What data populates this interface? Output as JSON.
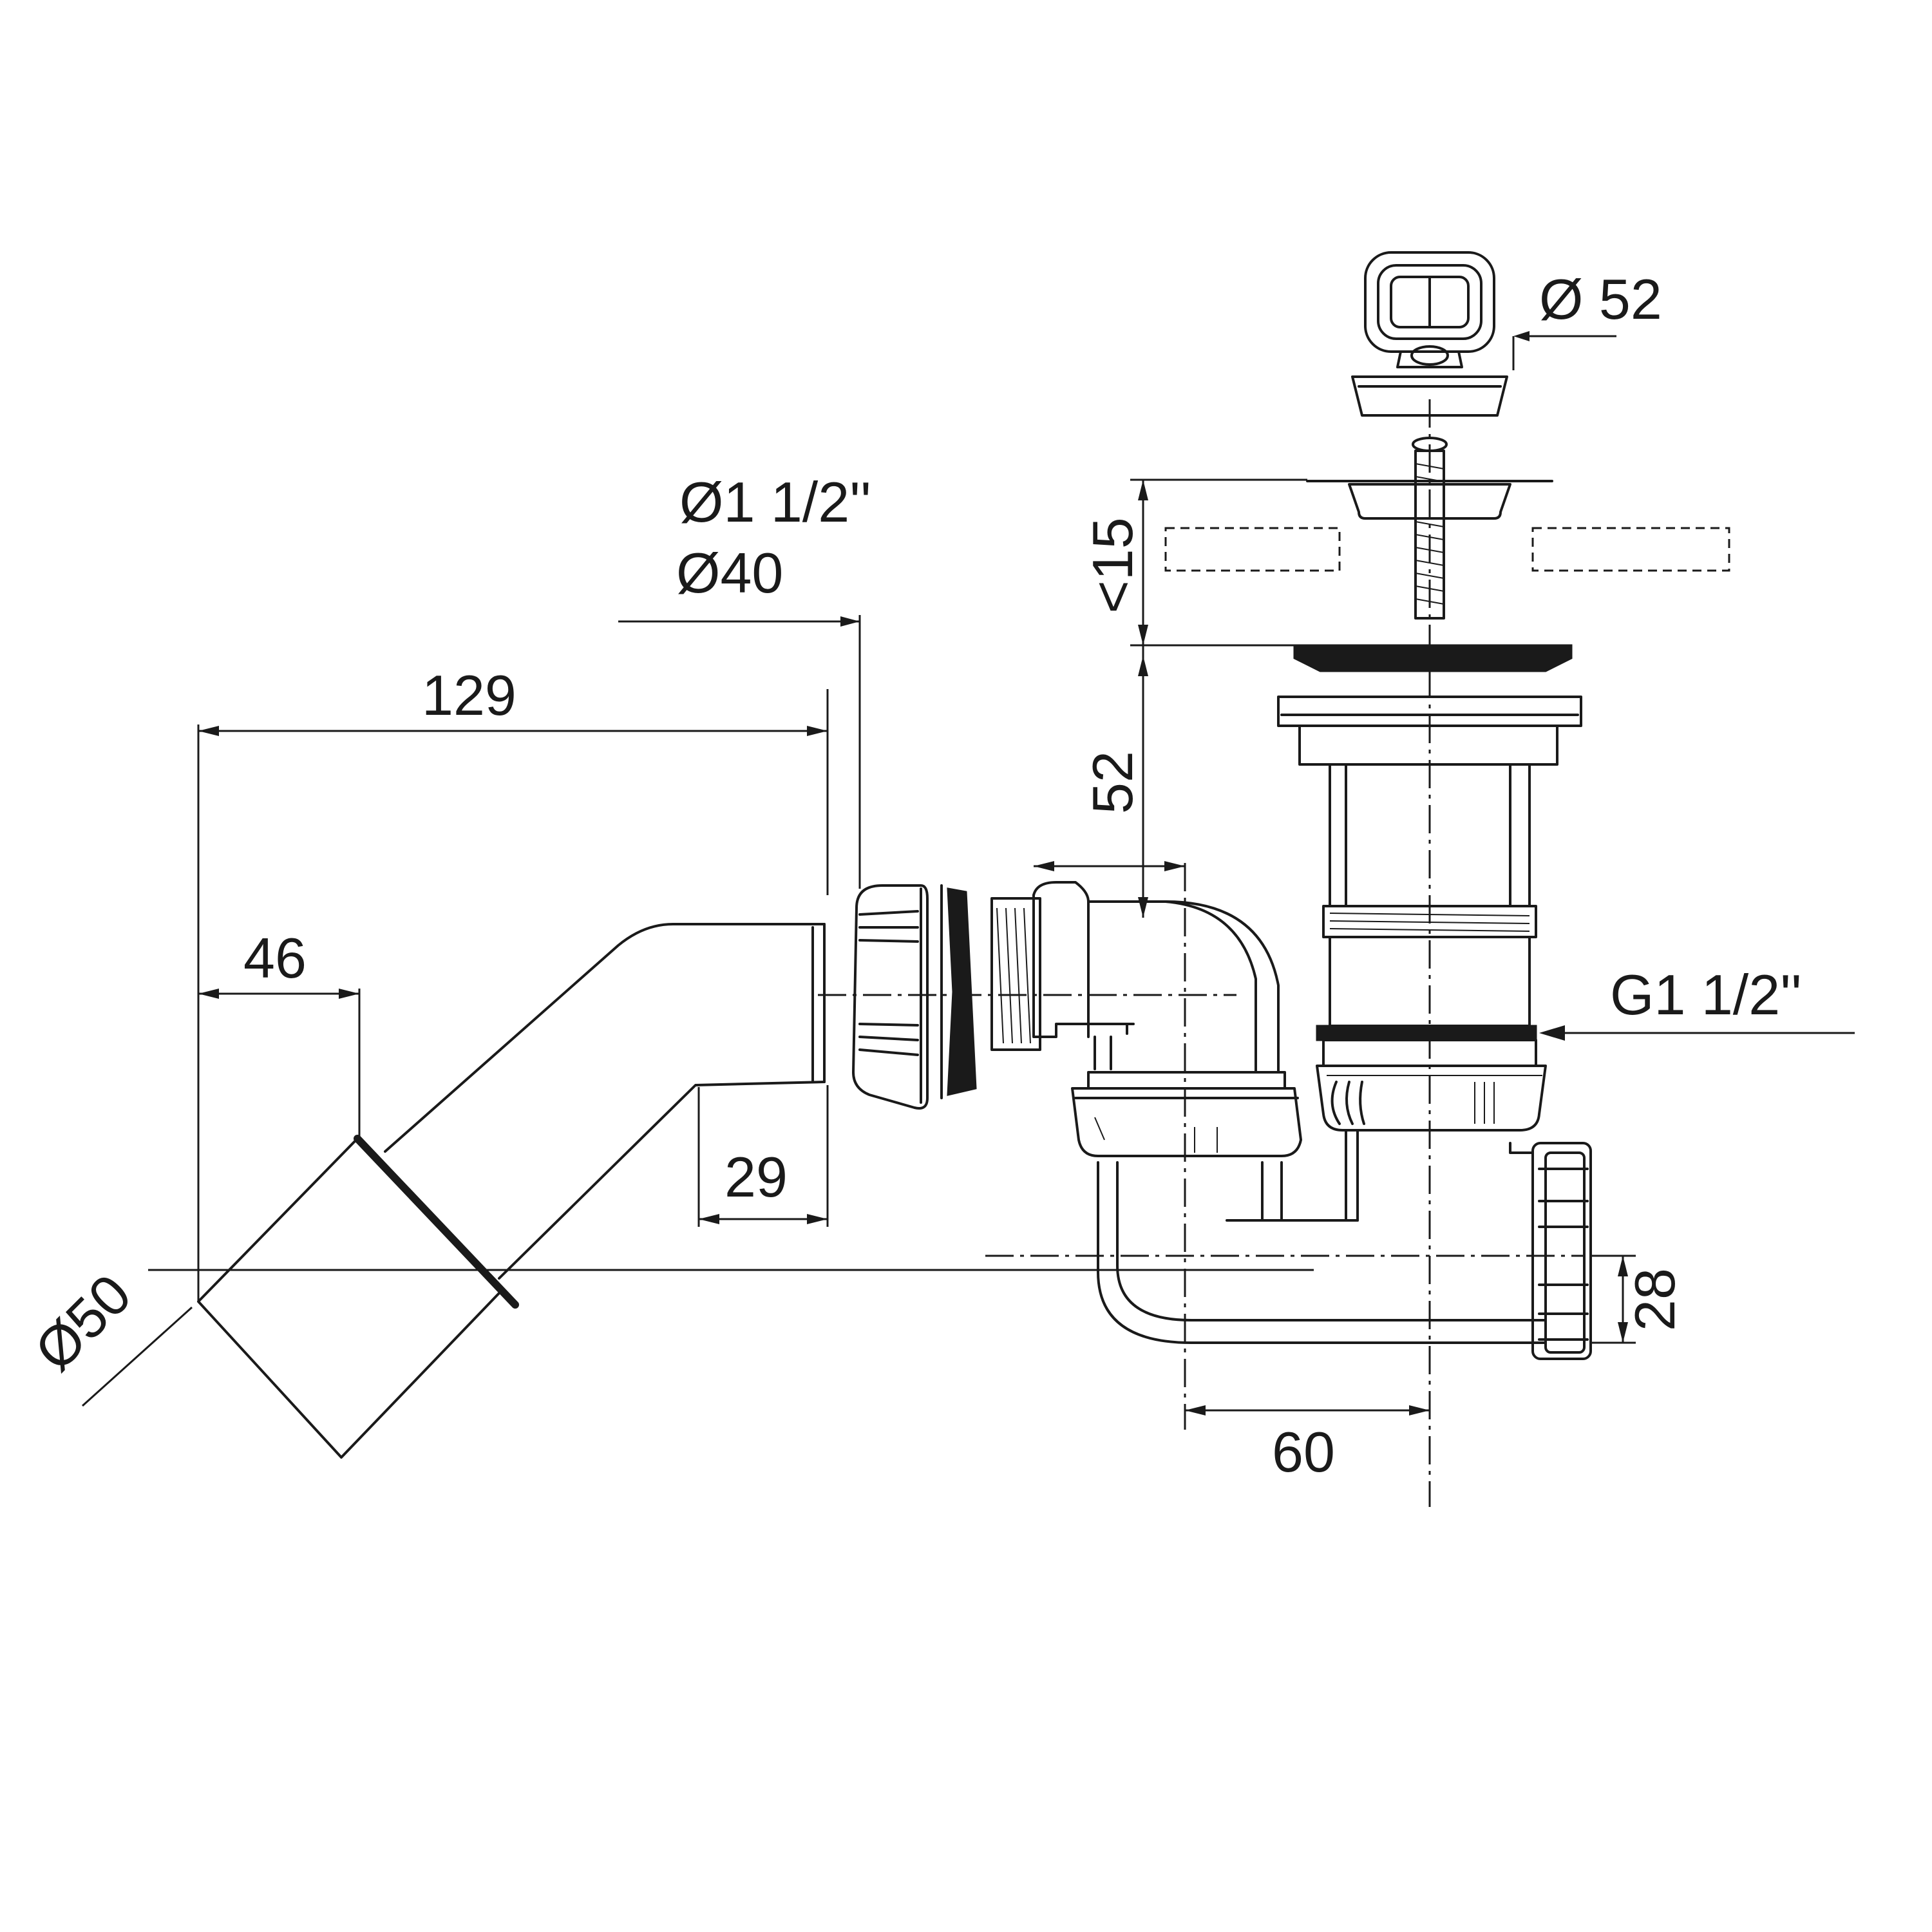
{
  "dimensions": {
    "cover_diameter": "Ø 52",
    "outlet_inch": "Ø1 1/2''",
    "outlet_mm": "Ø40",
    "overall_length": "129",
    "pipe_offset": "46",
    "nut_length": "29",
    "pipe_diameter": "Ø50",
    "max_tray_thickness": "<15",
    "body_height": "52",
    "thread": "G1 1/2''",
    "outlet_height": "28",
    "axis_distance": "60"
  }
}
